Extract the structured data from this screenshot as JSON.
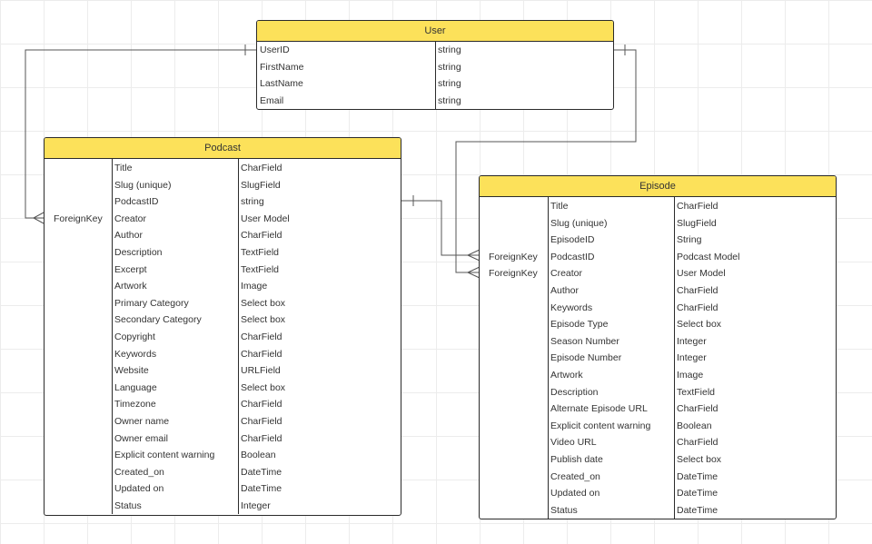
{
  "entities": {
    "user": {
      "title": "User",
      "fields": [
        {
          "key": "",
          "name": "UserID",
          "type": "string"
        },
        {
          "key": "",
          "name": "FirstName",
          "type": "string"
        },
        {
          "key": "",
          "name": "LastName",
          "type": "string"
        },
        {
          "key": "",
          "name": "Email",
          "type": "string"
        }
      ]
    },
    "podcast": {
      "title": "Podcast",
      "fields": [
        {
          "key": "",
          "name": "Title",
          "type": "CharField"
        },
        {
          "key": "",
          "name": "Slug (unique)",
          "type": "SlugField"
        },
        {
          "key": "",
          "name": "PodcastID",
          "type": "string"
        },
        {
          "key": "ForeignKey",
          "name": "Creator",
          "type": "User Model"
        },
        {
          "key": "",
          "name": "Author",
          "type": "CharField"
        },
        {
          "key": "",
          "name": "Description",
          "type": "TextField"
        },
        {
          "key": "",
          "name": "Excerpt",
          "type": "TextField"
        },
        {
          "key": "",
          "name": "Artwork",
          "type": "Image"
        },
        {
          "key": "",
          "name": "Primary Category",
          "type": "Select box"
        },
        {
          "key": "",
          "name": "Secondary Category",
          "type": "Select box"
        },
        {
          "key": "",
          "name": "Copyright",
          "type": "CharField"
        },
        {
          "key": "",
          "name": "Keywords",
          "type": "CharField"
        },
        {
          "key": "",
          "name": "Website",
          "type": "URLField"
        },
        {
          "key": "",
          "name": "Language",
          "type": "Select box"
        },
        {
          "key": "",
          "name": "Timezone",
          "type": "CharField"
        },
        {
          "key": "",
          "name": "Owner name",
          "type": "CharField"
        },
        {
          "key": "",
          "name": "Owner email",
          "type": "CharField"
        },
        {
          "key": "",
          "name": "Explicit content warning",
          "type": "Boolean"
        },
        {
          "key": "",
          "name": "Created_on",
          "type": "DateTime"
        },
        {
          "key": "",
          "name": "Updated on",
          "type": "DateTime"
        },
        {
          "key": "",
          "name": "Status",
          "type": "Integer"
        }
      ]
    },
    "episode": {
      "title": "Episode",
      "fields": [
        {
          "key": "",
          "name": "Title",
          "type": "CharField"
        },
        {
          "key": "",
          "name": "Slug (unique)",
          "type": "SlugField"
        },
        {
          "key": "",
          "name": "EpisodeID",
          "type": "String"
        },
        {
          "key": "ForeignKey",
          "name": "PodcastID",
          "type": "Podcast Model"
        },
        {
          "key": "ForeignKey",
          "name": "Creator",
          "type": "User Model"
        },
        {
          "key": "",
          "name": "Author",
          "type": "CharField"
        },
        {
          "key": "",
          "name": "Keywords",
          "type": "CharField"
        },
        {
          "key": "",
          "name": "Episode Type",
          "type": "Select box"
        },
        {
          "key": "",
          "name": "Season Number",
          "type": "Integer"
        },
        {
          "key": "",
          "name": "Episode Number",
          "type": "Integer"
        },
        {
          "key": "",
          "name": "Artwork",
          "type": "Image"
        },
        {
          "key": "",
          "name": "Description",
          "type": "TextField"
        },
        {
          "key": "",
          "name": "Alternate Episode URL",
          "type": "CharField"
        },
        {
          "key": "",
          "name": "Explicit content warning",
          "type": "Boolean"
        },
        {
          "key": "",
          "name": "Video URL",
          "type": "CharField"
        },
        {
          "key": "",
          "name": "Publish date",
          "type": "Select box"
        },
        {
          "key": "",
          "name": "Created_on",
          "type": "DateTime"
        },
        {
          "key": "",
          "name": "Updated on",
          "type": "DateTime"
        },
        {
          "key": "",
          "name": "Status",
          "type": "DateTime"
        }
      ]
    }
  },
  "relationships": [
    {
      "from": "user.UserID",
      "to": "podcast.Creator",
      "notation": "one-to-many"
    },
    {
      "from": "user.UserID",
      "to": "episode.Creator",
      "notation": "one-to-many"
    },
    {
      "from": "podcast.PodcastID",
      "to": "episode.PodcastID",
      "notation": "one-to-many"
    }
  ],
  "colors": {
    "header": "#fce15a",
    "border": "#2b2b2b",
    "connector": "#555555",
    "grid": "#ececec"
  }
}
